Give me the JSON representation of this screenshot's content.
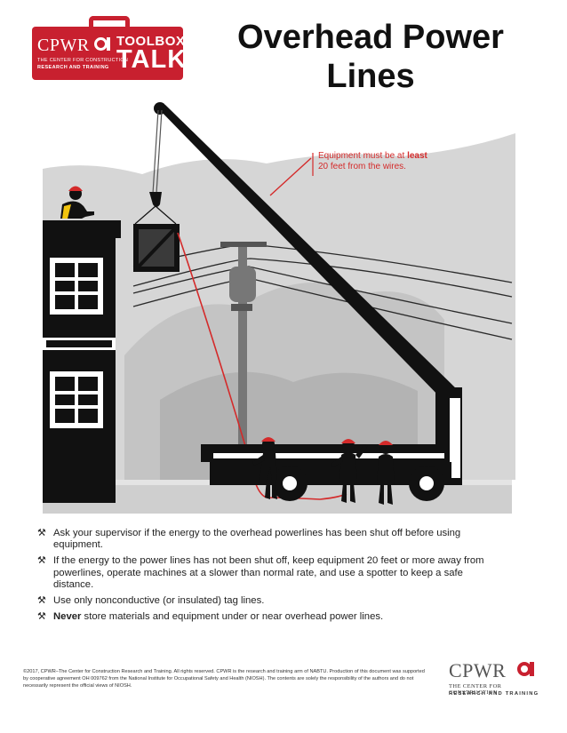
{
  "logo": {
    "brand": "CPWR",
    "toolbox": "TOOLBOX",
    "talk": "TALK",
    "line1": "THE CENTER FOR CONSTRUCTION",
    "line2": "RESEARCH AND TRAINING"
  },
  "title": {
    "line1": "Overhead Power",
    "line2": "Lines"
  },
  "callout": {
    "line1_pre": "Equipment must be at ",
    "line1_em": "least",
    "line2": "20 feet from the wires."
  },
  "bullets": [
    {
      "icon": "⚒",
      "text": "Ask your supervisor if the energy to the overhead powerlines has been shut off before using equipment."
    },
    {
      "icon": "⚒",
      "text": "If the energy to the power lines has not been shut off, keep equipment 20 feet or more away from powerlines, operate machines at a slower than normal rate, and use a spotter to keep a safe distance."
    },
    {
      "icon": "⚒",
      "text": "Use only nonconductive (or insulated) tag lines."
    },
    {
      "icon": "⚒",
      "bold": "Never",
      "text": " store materials and equipment under or near overhead power lines."
    }
  ],
  "footer": {
    "text": "©2017, CPWR–The Center for Construction Research and Training. All rights reserved. CPWR is the research and training arm of NABTU. Production of this document was supported by cooperative agreement OH 009762 from the National Institute for Occupational Safety and Health (NIOSH). The contents are solely the responsibility of the authors and do not necessarily represent the official views of NIOSH."
  },
  "footer_logo": {
    "brand": "CPWR",
    "line1": "THE CENTER FOR CONSTRUCTION",
    "line2": "RESEARCH AND TRAINING"
  },
  "colors": {
    "brand_red": "#c8202f",
    "callout_red": "#d42a2a",
    "dark": "#111111",
    "gray": "#bdbdbd"
  }
}
